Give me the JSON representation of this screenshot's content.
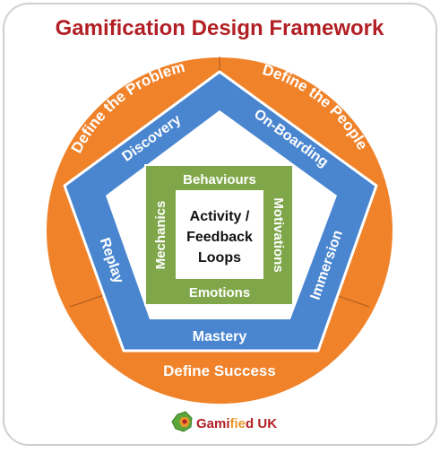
{
  "title": "Gamification Design Framework",
  "outer_ring": {
    "labels": [
      "Define the Problem",
      "Define the People",
      "Define Success"
    ]
  },
  "pentagon": {
    "labels": [
      "Discovery",
      "On-Boarding",
      "Immersion",
      "Mastery",
      "Replay"
    ]
  },
  "inner_square": {
    "top": "Behaviours",
    "right": "Motivations",
    "bottom": "Emotions",
    "left": "Mechanics",
    "center_lines": [
      "Activity /",
      "Feedback",
      "Loops"
    ]
  },
  "logo": {
    "text_pre": "Gami",
    "text_accent": "fie",
    "text_post": "d UK"
  },
  "colors": {
    "title": "#b21f24",
    "orange": "#f0822a",
    "blue": "#4a86d0",
    "green": "#7fa74a",
    "white": "#ffffff",
    "logo_accent": "#e7962a",
    "logo_green": "#5aa63a"
  }
}
